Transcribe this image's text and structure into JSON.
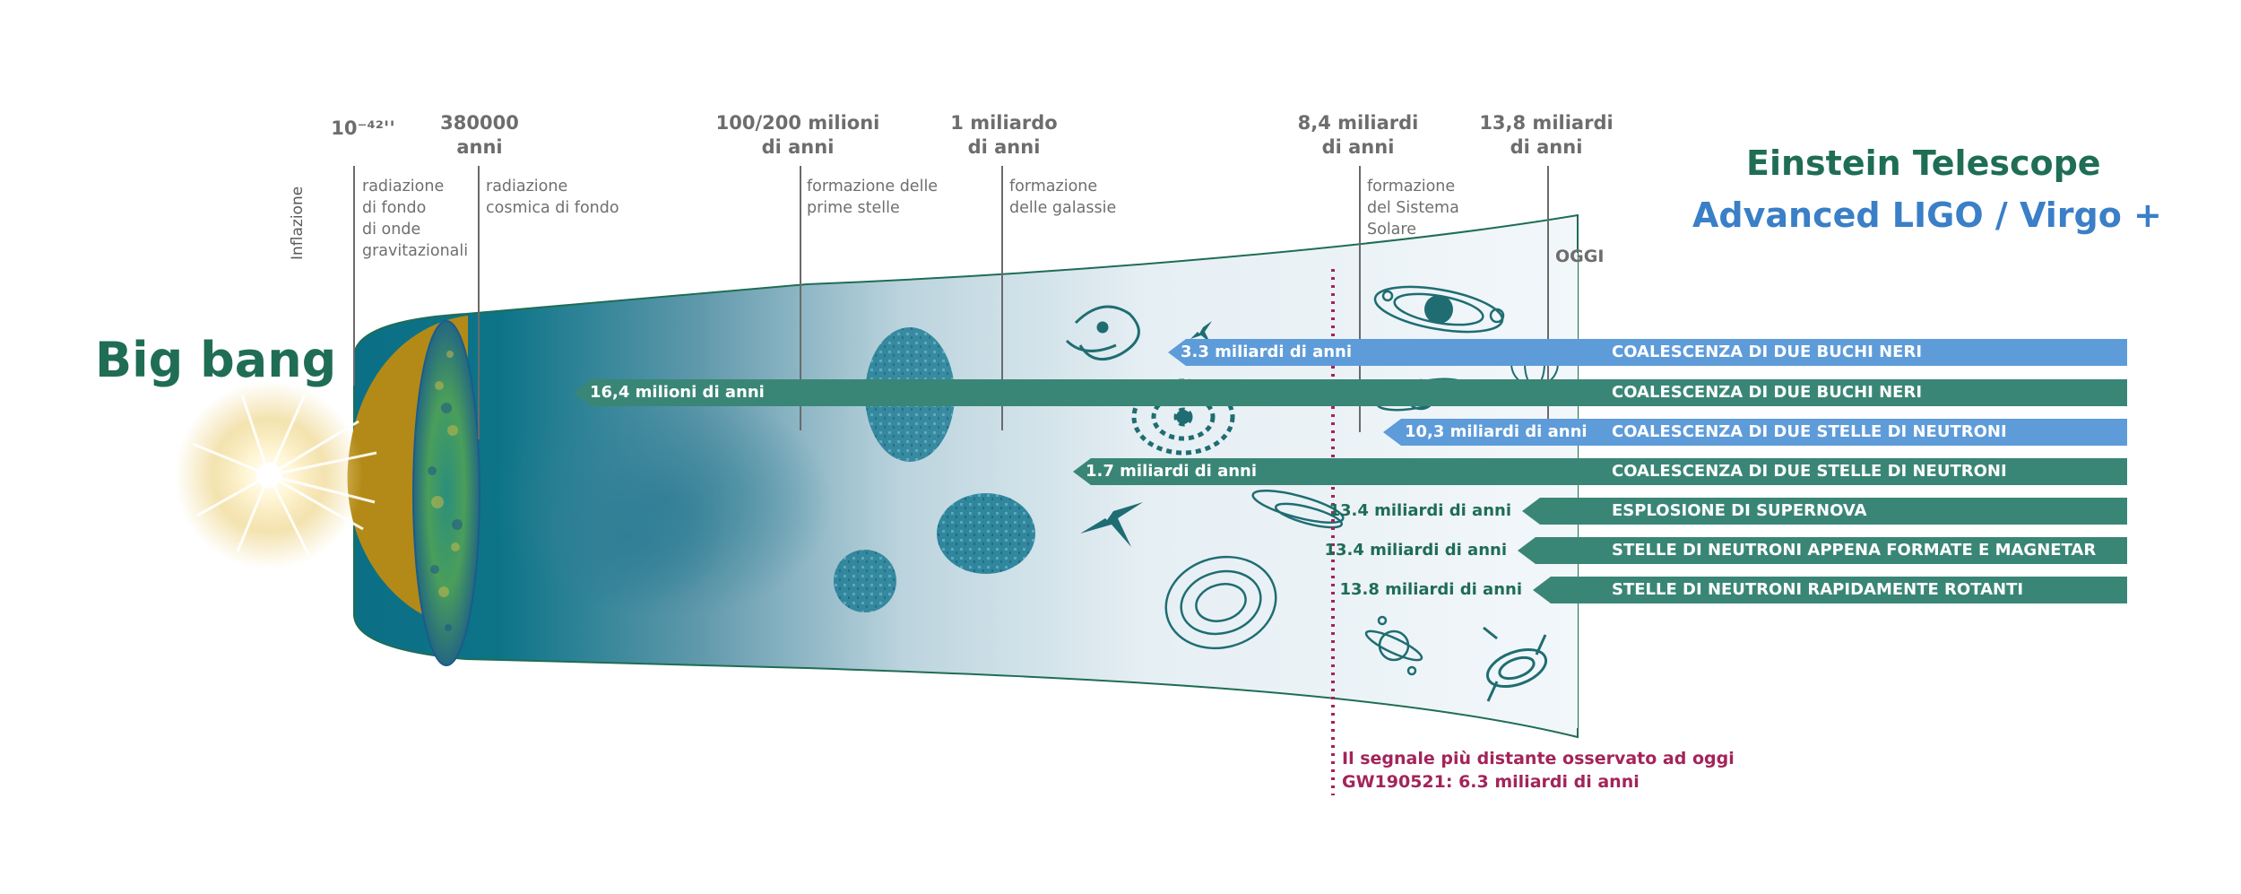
{
  "title": {
    "big_bang": "Big bang",
    "et": "Einstein Telescope",
    "ligo": "Advanced LIGO / Virgo +"
  },
  "colors": {
    "green": "#3a8676",
    "blue": "#5e9bd9",
    "dark_green": "#1f6d55",
    "teal": "#0f7a8c",
    "gold": "#b38a17",
    "magenta": "#a3245a"
  },
  "timeline": {
    "inflazione": "Inflazione",
    "epochs": [
      {
        "label": "10⁻⁴²''"
      },
      {
        "label": "380000\nanni"
      },
      {
        "label": "100/200 milioni\ndi anni"
      },
      {
        "label": "1 miliardo\ndi anni"
      },
      {
        "label": "8,4 miliardi\ndi anni"
      },
      {
        "label": "13,8 miliardi\ndi anni"
      }
    ],
    "descriptions": [
      {
        "text": "radiazione\ndi fondo\ndi onde\ngravitazionali"
      },
      {
        "text": "radiazione\ncosmica di fondo"
      },
      {
        "text": "formazione delle\nprime stelle"
      },
      {
        "text": "formazione\ndelle galassie"
      },
      {
        "text": "formazione\ndel Sistema\nSolare"
      }
    ],
    "oggi": "OGGI"
  },
  "bands": [
    {
      "color": "blue",
      "duration": "3.3 miliardi di anni",
      "event": "COALESCENZA DI DUE BUCHI NERI"
    },
    {
      "color": "green",
      "duration": "16,4 milioni di anni",
      "event": "COALESCENZA DI DUE BUCHI NERI"
    },
    {
      "color": "blue",
      "duration": "10,3 miliardi di anni",
      "event": "COALESCENZA DI DUE STELLE DI NEUTRONI"
    },
    {
      "color": "green",
      "duration": "1.7 miliardi di anni",
      "event": "COALESCENZA DI DUE STELLE DI NEUTRONI"
    },
    {
      "color": "green",
      "duration": "13.4 miliardi di anni",
      "event": "ESPLOSIONE DI SUPERNOVA"
    },
    {
      "color": "green",
      "duration": "13.4 miliardi di anni",
      "event": "STELLE DI NEUTRONI APPENA FORMATE E MAGNETAR"
    },
    {
      "color": "green",
      "duration": "13.8 miliardi di anni",
      "event": "STELLE DI NEUTRONI RAPIDAMENTE ROTANTI"
    }
  ],
  "signal": {
    "line1": "Il segnale più distante osservato ad oggi",
    "line2": "GW190521: 6.3 miliardi di anni"
  },
  "icons": [
    "big-bang-flash-icon",
    "cmb-map-icon",
    "star-cluster-icon",
    "spiral-galaxy-icon",
    "sparkle-star-icon",
    "solar-system-icon",
    "ringed-planet-icon",
    "globe-icon",
    "satellite-icon"
  ]
}
